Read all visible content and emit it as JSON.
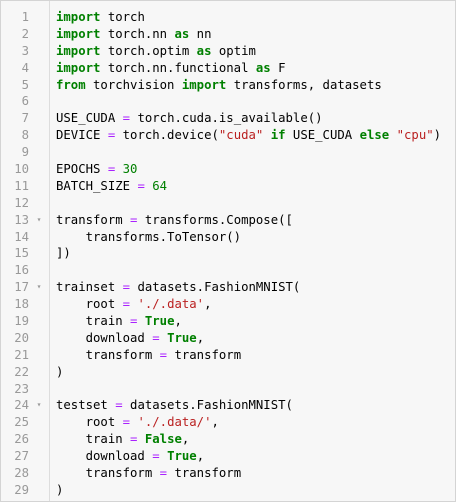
{
  "editor": {
    "lines": [
      {
        "n": "1",
        "fold": "",
        "tokens": [
          {
            "t": "kw",
            "v": "import"
          },
          {
            "t": "",
            "v": " torch"
          }
        ]
      },
      {
        "n": "2",
        "fold": "",
        "tokens": [
          {
            "t": "kw",
            "v": "import"
          },
          {
            "t": "",
            "v": " torch.nn "
          },
          {
            "t": "kw",
            "v": "as"
          },
          {
            "t": "",
            "v": " nn"
          }
        ]
      },
      {
        "n": "3",
        "fold": "",
        "tokens": [
          {
            "t": "kw",
            "v": "import"
          },
          {
            "t": "",
            "v": " torch.optim "
          },
          {
            "t": "kw",
            "v": "as"
          },
          {
            "t": "",
            "v": " optim"
          }
        ]
      },
      {
        "n": "4",
        "fold": "",
        "tokens": [
          {
            "t": "kw",
            "v": "import"
          },
          {
            "t": "",
            "v": " torch.nn.functional "
          },
          {
            "t": "kw",
            "v": "as"
          },
          {
            "t": "",
            "v": " F"
          }
        ]
      },
      {
        "n": "5",
        "fold": "",
        "tokens": [
          {
            "t": "kw",
            "v": "from"
          },
          {
            "t": "",
            "v": " torchvision "
          },
          {
            "t": "kw",
            "v": "import"
          },
          {
            "t": "",
            "v": " transforms, datasets"
          }
        ]
      },
      {
        "n": "6",
        "fold": "",
        "tokens": []
      },
      {
        "n": "7",
        "fold": "",
        "tokens": [
          {
            "t": "",
            "v": "USE_CUDA "
          },
          {
            "t": "eq",
            "v": "="
          },
          {
            "t": "",
            "v": " torch.cuda.is_available()"
          }
        ]
      },
      {
        "n": "8",
        "fold": "",
        "tokens": [
          {
            "t": "",
            "v": "DEVICE "
          },
          {
            "t": "eq",
            "v": "="
          },
          {
            "t": "",
            "v": " torch.device("
          },
          {
            "t": "str",
            "v": "\"cuda\""
          },
          {
            "t": "",
            "v": " "
          },
          {
            "t": "kw",
            "v": "if"
          },
          {
            "t": "",
            "v": " USE_CUDA "
          },
          {
            "t": "kw",
            "v": "else"
          },
          {
            "t": "",
            "v": " "
          },
          {
            "t": "str",
            "v": "\"cpu\""
          },
          {
            "t": "",
            "v": ")"
          }
        ]
      },
      {
        "n": "9",
        "fold": "",
        "tokens": []
      },
      {
        "n": "10",
        "fold": "",
        "tokens": [
          {
            "t": "",
            "v": "EPOCHS "
          },
          {
            "t": "eq",
            "v": "="
          },
          {
            "t": "",
            "v": " "
          },
          {
            "t": "num",
            "v": "30"
          }
        ]
      },
      {
        "n": "11",
        "fold": "",
        "tokens": [
          {
            "t": "",
            "v": "BATCH_SIZE "
          },
          {
            "t": "eq",
            "v": "="
          },
          {
            "t": "",
            "v": " "
          },
          {
            "t": "num",
            "v": "64"
          }
        ]
      },
      {
        "n": "12",
        "fold": "",
        "tokens": []
      },
      {
        "n": "13",
        "fold": "▾",
        "tokens": [
          {
            "t": "",
            "v": "transform "
          },
          {
            "t": "eq",
            "v": "="
          },
          {
            "t": "",
            "v": " transforms.Compose(["
          }
        ]
      },
      {
        "n": "14",
        "fold": "",
        "tokens": [
          {
            "t": "",
            "v": "    transforms.ToTensor()"
          }
        ]
      },
      {
        "n": "15",
        "fold": "",
        "tokens": [
          {
            "t": "",
            "v": "])"
          }
        ]
      },
      {
        "n": "16",
        "fold": "",
        "tokens": []
      },
      {
        "n": "17",
        "fold": "▾",
        "tokens": [
          {
            "t": "",
            "v": "trainset "
          },
          {
            "t": "eq",
            "v": "="
          },
          {
            "t": "",
            "v": " datasets.FashionMNIST("
          }
        ]
      },
      {
        "n": "18",
        "fold": "",
        "tokens": [
          {
            "t": "",
            "v": "    root "
          },
          {
            "t": "eq",
            "v": "="
          },
          {
            "t": "",
            "v": " "
          },
          {
            "t": "str",
            "v": "'./.data'"
          },
          {
            "t": "",
            "v": ","
          }
        ]
      },
      {
        "n": "19",
        "fold": "",
        "tokens": [
          {
            "t": "",
            "v": "    train "
          },
          {
            "t": "eq",
            "v": "="
          },
          {
            "t": "",
            "v": " "
          },
          {
            "t": "kw",
            "v": "True"
          },
          {
            "t": "",
            "v": ","
          }
        ]
      },
      {
        "n": "20",
        "fold": "",
        "tokens": [
          {
            "t": "",
            "v": "    download "
          },
          {
            "t": "eq",
            "v": "="
          },
          {
            "t": "",
            "v": " "
          },
          {
            "t": "kw",
            "v": "True"
          },
          {
            "t": "",
            "v": ","
          }
        ]
      },
      {
        "n": "21",
        "fold": "",
        "tokens": [
          {
            "t": "",
            "v": "    transform "
          },
          {
            "t": "eq",
            "v": "="
          },
          {
            "t": "",
            "v": " transform"
          }
        ]
      },
      {
        "n": "22",
        "fold": "",
        "tokens": [
          {
            "t": "",
            "v": ")"
          }
        ]
      },
      {
        "n": "23",
        "fold": "",
        "tokens": []
      },
      {
        "n": "24",
        "fold": "▾",
        "tokens": [
          {
            "t": "",
            "v": "testset "
          },
          {
            "t": "eq",
            "v": "="
          },
          {
            "t": "",
            "v": " datasets.FashionMNIST("
          }
        ]
      },
      {
        "n": "25",
        "fold": "",
        "tokens": [
          {
            "t": "",
            "v": "    root "
          },
          {
            "t": "eq",
            "v": "="
          },
          {
            "t": "",
            "v": " "
          },
          {
            "t": "str",
            "v": "'./.data/'"
          },
          {
            "t": "",
            "v": ","
          }
        ]
      },
      {
        "n": "26",
        "fold": "",
        "tokens": [
          {
            "t": "",
            "v": "    train "
          },
          {
            "t": "eq",
            "v": "="
          },
          {
            "t": "",
            "v": " "
          },
          {
            "t": "kw",
            "v": "False"
          },
          {
            "t": "",
            "v": ","
          }
        ]
      },
      {
        "n": "27",
        "fold": "",
        "tokens": [
          {
            "t": "",
            "v": "    download "
          },
          {
            "t": "eq",
            "v": "="
          },
          {
            "t": "",
            "v": " "
          },
          {
            "t": "kw",
            "v": "True"
          },
          {
            "t": "",
            "v": ","
          }
        ]
      },
      {
        "n": "28",
        "fold": "",
        "tokens": [
          {
            "t": "",
            "v": "    transform "
          },
          {
            "t": "eq",
            "v": "="
          },
          {
            "t": "",
            "v": " transform"
          }
        ]
      },
      {
        "n": "29",
        "fold": "",
        "tokens": [
          {
            "t": "",
            "v": ")"
          }
        ]
      }
    ]
  }
}
